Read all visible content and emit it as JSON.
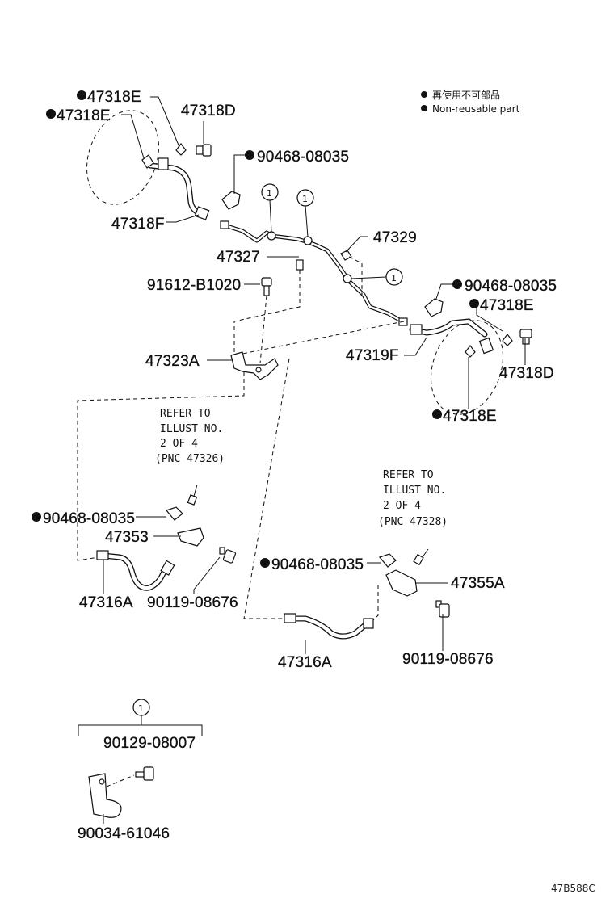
{
  "legend": {
    "line_jp": "再使用不可部品",
    "line_en": "Non-reusable part"
  },
  "callout_label": "1",
  "parts": {
    "p1": "47318E",
    "p2": "47318E",
    "p3": "47318D",
    "p4": "90468-08035",
    "p5": "47318F",
    "p6": "47327",
    "p7": "47329",
    "p8": "91612-B1020",
    "p9": "90468-08035",
    "p10": "47318E",
    "p11": "47323A",
    "p12": "47319F",
    "p13": "47318D",
    "p14": "47318E",
    "p15": "90468-08035",
    "p16": "47353",
    "p17": "47316A",
    "p18": "90119-08676",
    "p19": "90468-08035",
    "p20": "47355A",
    "p21": "47316A",
    "p22": "90119-08676",
    "p23": "90129-08007",
    "p24": "90034-61046"
  },
  "refer_left": [
    "REFER TO",
    "ILLUST NO.",
    "2 OF 4",
    "(PNC 47326)"
  ],
  "refer_right": [
    "REFER TO",
    "ILLUST NO.",
    "2 OF 4",
    "(PNC 47328)"
  ],
  "illustration_code": "47B588C"
}
